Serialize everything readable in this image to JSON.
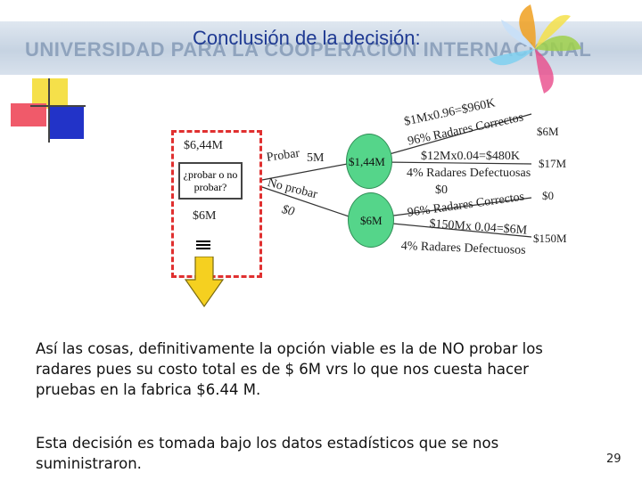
{
  "header": {
    "banner_text": "UNIVERSIDAD PARA LA COOPERACIÓN INTERNACIONAL",
    "title": "Conclusión de la decisión:"
  },
  "diagram": {
    "decision": {
      "top_value": "$6,44M",
      "question": "¿probar o no probar?",
      "bottom_value": "$6M"
    },
    "branches": {
      "probar_label": "Probar",
      "probar_cost": "5M",
      "no_probar_label": "No probar",
      "no_probar_cost": "$0"
    },
    "nodes": {
      "probar_value": "$1,44M",
      "no_probar_value": "$6M"
    },
    "outcomes_probar": {
      "calc_correct": "$1Mx0.96=$960K",
      "pct_correct": "96% Radares Correctos",
      "end_correct": "$6M",
      "calc_defect": "$12Mx0.04=$480K",
      "pct_defect": "4% Radares Defectuosas",
      "end_defect": "$17M"
    },
    "outcomes_no_probar": {
      "calc_correct": "$0",
      "pct_correct": "96% Radares Correctos",
      "end_correct": "$0",
      "calc_defect": "$150Mx 0.04=$6M",
      "pct_defect": "4% Radares Defectuosos",
      "end_defect": "$150M"
    }
  },
  "body": {
    "paragraph1": "Así las cosas, definitivamente la opción viable es la de NO probar los radares pues su costo total es de $ 6M vrs lo que nos cuesta hacer pruebas en la fabrica $6.44 M.",
    "paragraph2": "Esta decisión es tomada bajo los datos estadísticos que se nos suministraron."
  },
  "page_number": "29",
  "colors": {
    "title_blue": "#1f3a93",
    "chance_green": "#55d58a",
    "dash_red": "#e03030",
    "arrow_yellow": "#f5d020"
  }
}
